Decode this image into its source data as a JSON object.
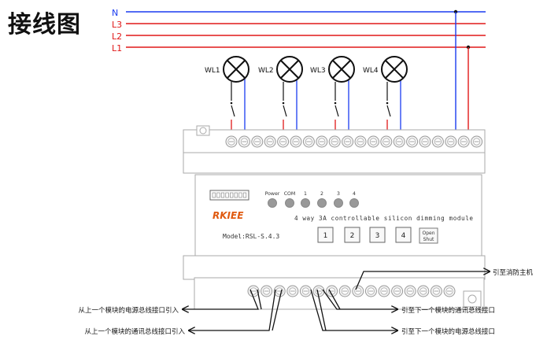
{
  "title": "接线图",
  "lines": [
    {
      "label": "N",
      "color": "#1a3cf0"
    },
    {
      "label": "L3",
      "color": "#e01818"
    },
    {
      "label": "L2",
      "color": "#e01818"
    },
    {
      "label": "L1",
      "color": "#e01818"
    }
  ],
  "lamps": [
    "WL1",
    "WL2",
    "WL3",
    "WL4"
  ],
  "module": {
    "indicators": [
      "Power",
      "COM",
      "1",
      "2",
      "3",
      "4"
    ],
    "brand": "RKIEE",
    "description": "4 way 3A controllable silicon dimming module",
    "model": "Model:RSL-S.4.3",
    "buttons": [
      "1",
      "2",
      "3",
      "4"
    ],
    "open_shut": [
      "Open",
      "Shut"
    ]
  },
  "annotations": {
    "fire_host": "引至消防主机",
    "next_comm": "引至下一个模块的通讯总线接口",
    "next_power": "引至下一个模块的电源总线接口",
    "prev_power": "从上一个模块的电源总线接口引入",
    "prev_comm": "从上一个模块的通讯总线接口引入"
  },
  "colors": {
    "red": "#e01818",
    "blue": "#1a3cf0"
  }
}
